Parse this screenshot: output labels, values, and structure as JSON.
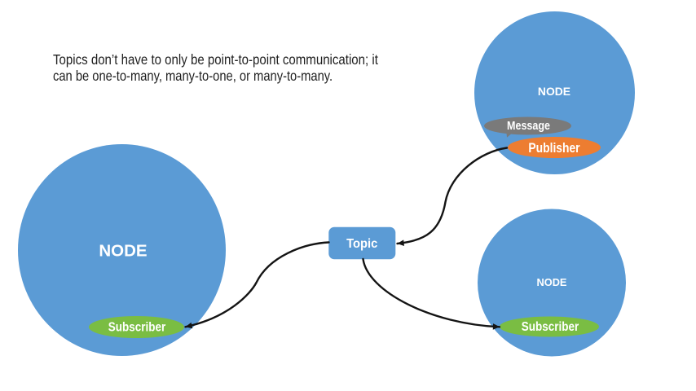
{
  "heading": {
    "line1": "Topics don’t have to only be point-to-point communication; it",
    "line2": "can be one-to-many, many-to-one, or many-to-many."
  },
  "topic": {
    "label": "Topic"
  },
  "nodes": {
    "left": {
      "label": "NODE",
      "badge": "Subscriber"
    },
    "top_right": {
      "label": "NODE",
      "message_badge": "Message",
      "publisher_badge": "Publisher"
    },
    "bottom_right": {
      "label": "NODE",
      "badge": "Subscriber"
    }
  },
  "colors": {
    "background": "#FFFFFF",
    "node_fill": "#5B9BD5",
    "topic_fill": "#5B9BD5",
    "subscriber_fill": "#7ABD43",
    "publisher_fill": "#ED7D31",
    "message_fill": "#7A7A7A",
    "arrow": "#141414",
    "heading_text": "#1F1F1F",
    "label_text": "#FFFFFF"
  }
}
